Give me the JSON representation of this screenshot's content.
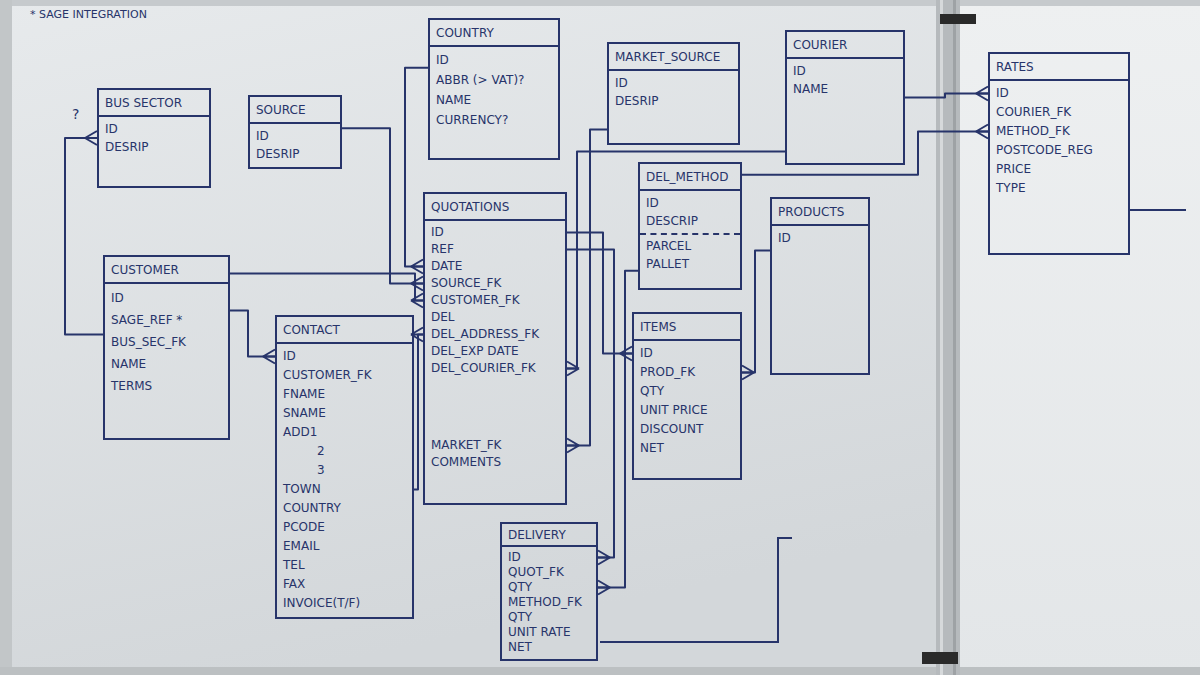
{
  "diagram": {
    "title": "* SAGE INTEGRATION",
    "nodes": [
      {
        "text": [
          "BUS SECTOR",
          "ID",
          "DESRIP"
        ]
      },
      {
        "text": [
          "SOURCE",
          "ID",
          "DESRIP"
        ]
      },
      {
        "text": [
          "COUNTRY",
          "ID",
          "ABBR (> VAT)?",
          "NAME",
          "CURRENCY?"
        ]
      },
      {
        "text": [
          "MARKET_SOURCE",
          "ID",
          "DESRIP"
        ]
      },
      {
        "text": [
          "COURIER",
          "ID",
          "NAME"
        ]
      },
      {
        "text": [
          "RATES",
          "ID",
          "COURIER_FK",
          "METHOD_FK",
          "POSTCODE_REG",
          "PRICE",
          "TYPE"
        ]
      },
      {
        "text": [
          "DEL_METHOD",
          "ID",
          "DESCRIP",
          "PARCEL",
          "PALLET"
        ]
      },
      {
        "text": [
          "QUOTATIONS",
          "ID",
          "REF",
          "DATE",
          "SOURCE_FK",
          "CUSTOMER_FK",
          "DEL",
          "DEL_ADDRESS_FK",
          "DEL_EXP DATE",
          "DEL_COURIER_FK",
          "MARKET_FK",
          "COMMENTS"
        ]
      },
      {
        "text": [
          "PRODUCTS",
          "ID"
        ]
      },
      {
        "text": [
          "CUSTOMER",
          "ID",
          "SAGE_REF *",
          "BUS_SEC_FK",
          "NAME",
          "TERMS"
        ]
      },
      {
        "text": [
          "CONTACT",
          "ID",
          "CUSTOMER_FK",
          "FNAME",
          "SNAME",
          "ADD1",
          "2",
          "3",
          "TOWN",
          "COUNTRY",
          "PCODE",
          "EMAIL",
          "TEL",
          "FAX",
          "INVOICE(T/F)"
        ]
      },
      {
        "text": [
          "ITEMS",
          "ID",
          "PROD_FK",
          "QTY",
          "UNIT PRICE",
          "DISCOUNT",
          "NET"
        ]
      },
      {
        "text": [
          "DELIVERY",
          "ID",
          "QUOT_FK",
          "QTY",
          "METHOD_FK",
          "QTY",
          "UNIT RATE",
          "NET"
        ]
      }
    ],
    "edges": [
      {
        "from": 9,
        "to": 0,
        "arrow": "to"
      },
      {
        "from": 1,
        "to": 7,
        "arrow": "to"
      },
      {
        "from": 2,
        "to": 7,
        "arrow": "to"
      },
      {
        "from": 9,
        "to": 7,
        "arrow": "to"
      },
      {
        "from": 9,
        "to": 10,
        "arrow": "to"
      },
      {
        "from": 10,
        "to": 7,
        "arrow": "to"
      },
      {
        "from": 3,
        "to": 7,
        "arrow": "to"
      },
      {
        "from": 4,
        "to": 7,
        "arrow": "to"
      },
      {
        "from": 4,
        "to": 5,
        "arrow": "to"
      },
      {
        "from": 6,
        "to": 5,
        "arrow": "to"
      },
      {
        "from": 7,
        "to": 11,
        "arrow": "to"
      },
      {
        "from": 8,
        "to": 11,
        "arrow": "to"
      },
      {
        "from": 7,
        "to": 12,
        "arrow": "to"
      },
      {
        "from": 6,
        "to": 12,
        "arrow": "to"
      }
    ],
    "labels": [
      "?"
    ]
  }
}
